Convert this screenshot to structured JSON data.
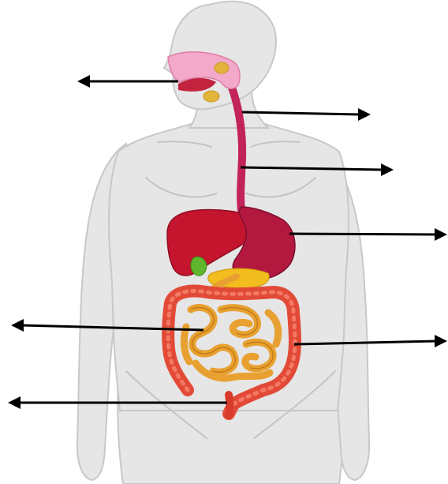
{
  "diagram": {
    "subject": "",
    "colors": {
      "body": "#e6e6e6",
      "body_outline": "#c8c8c8",
      "mouth_pink": "#f3a9c9",
      "esophagus": "#c2235a",
      "liver": "#c4142e",
      "stomach": "#b3183f",
      "gallbladder": "#5fb62c",
      "pancreas": "#f2bd1f",
      "small_intestine": "#e8a130",
      "large_intestine": "#e24a37",
      "arrows": "#000000"
    },
    "organs": [
      {
        "id": "mouth",
        "label": ""
      },
      {
        "id": "esophagus",
        "label": ""
      },
      {
        "id": "esophagus-lower",
        "label": ""
      },
      {
        "id": "stomach",
        "label": ""
      },
      {
        "id": "small-intestine",
        "label": ""
      },
      {
        "id": "large-intestine",
        "label": ""
      },
      {
        "id": "rectum",
        "label": ""
      }
    ]
  }
}
